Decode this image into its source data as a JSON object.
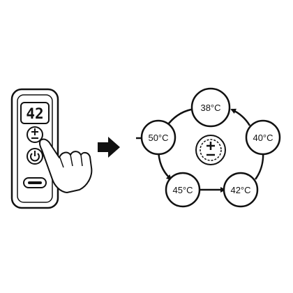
{
  "device": {
    "display_value": "42",
    "buttons": [
      "plus-minus",
      "power",
      "usb-port"
    ]
  },
  "cycle": {
    "center_icon": "plus-minus-icon",
    "steps": [
      {
        "label": "38°C"
      },
      {
        "label": "40°C"
      },
      {
        "label": "42°C"
      },
      {
        "label": "45°C"
      },
      {
        "label": "50°C"
      }
    ]
  },
  "arrow": {
    "direction": "right"
  }
}
